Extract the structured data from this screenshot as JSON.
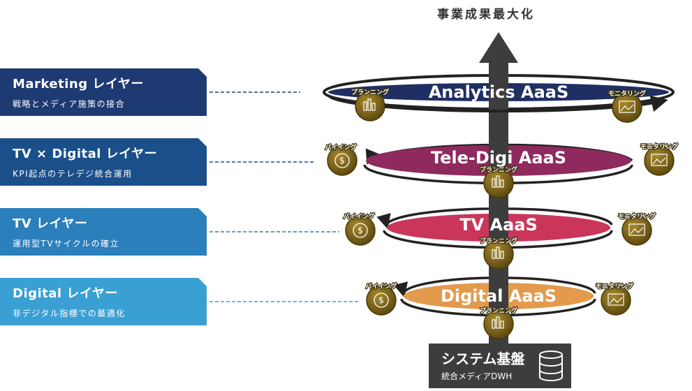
{
  "top_title": "事業成果最大化",
  "layers": [
    {
      "title": "Marketing レイヤー",
      "subtitle": "戦略とメディア施策の接合",
      "color": "#1e3a73",
      "aaas": "Analytics AaaS",
      "aaas_color": "#1f2f63"
    },
    {
      "title": "TV × Digital レイヤー",
      "subtitle": "KPI起点のテレデジ統合運用",
      "color": "#1a4f8a",
      "aaas": "Tele-Digi AaaS",
      "aaas_color": "#8e2a5e"
    },
    {
      "title": "TV レイヤー",
      "subtitle": "運用型TVサイクルの確立",
      "color": "#2b7fba",
      "aaas": "TV AaaS",
      "aaas_color": "#c9365a"
    },
    {
      "title": "Digital レイヤー",
      "subtitle": "非デジタル指標での最適化",
      "color": "#3aa0d4",
      "aaas": "Digital AaaS",
      "aaas_color": "#e39a4d"
    }
  ],
  "coins": {
    "planning": "プランニング",
    "monitoring": "モニタリング",
    "buying": "バイイング"
  },
  "base": {
    "title": "システム基盤",
    "subtitle": "統合メディアDWH"
  },
  "colors": {
    "coin": "#8a6f1e",
    "coin_dark": "#5e4a10",
    "arrow": "#3d3d3d"
  }
}
